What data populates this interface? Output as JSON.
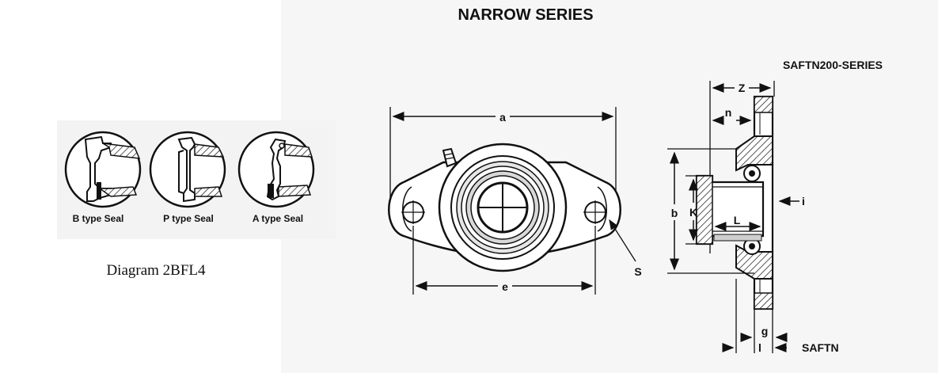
{
  "title": "NARROW SERIES",
  "series_label": "SAFTN200-SERIES",
  "caption": "Diagram 2BFL4",
  "seals": [
    {
      "label": "B type Seal"
    },
    {
      "label": "P type Seal"
    },
    {
      "label": "A type Seal"
    }
  ],
  "front_view": {
    "dims": {
      "a": "a",
      "e": "e",
      "s": "S"
    }
  },
  "side_view": {
    "dims": {
      "z": "Z",
      "n": "n",
      "b": "b",
      "k": "K",
      "l_inner": "L",
      "i": "i",
      "g": "g",
      "l_lower": "l"
    },
    "model_label": "SAFTN"
  },
  "colors": {
    "ink": "#111111",
    "paper": "#ffffff",
    "shade": "#e6e6e6"
  }
}
